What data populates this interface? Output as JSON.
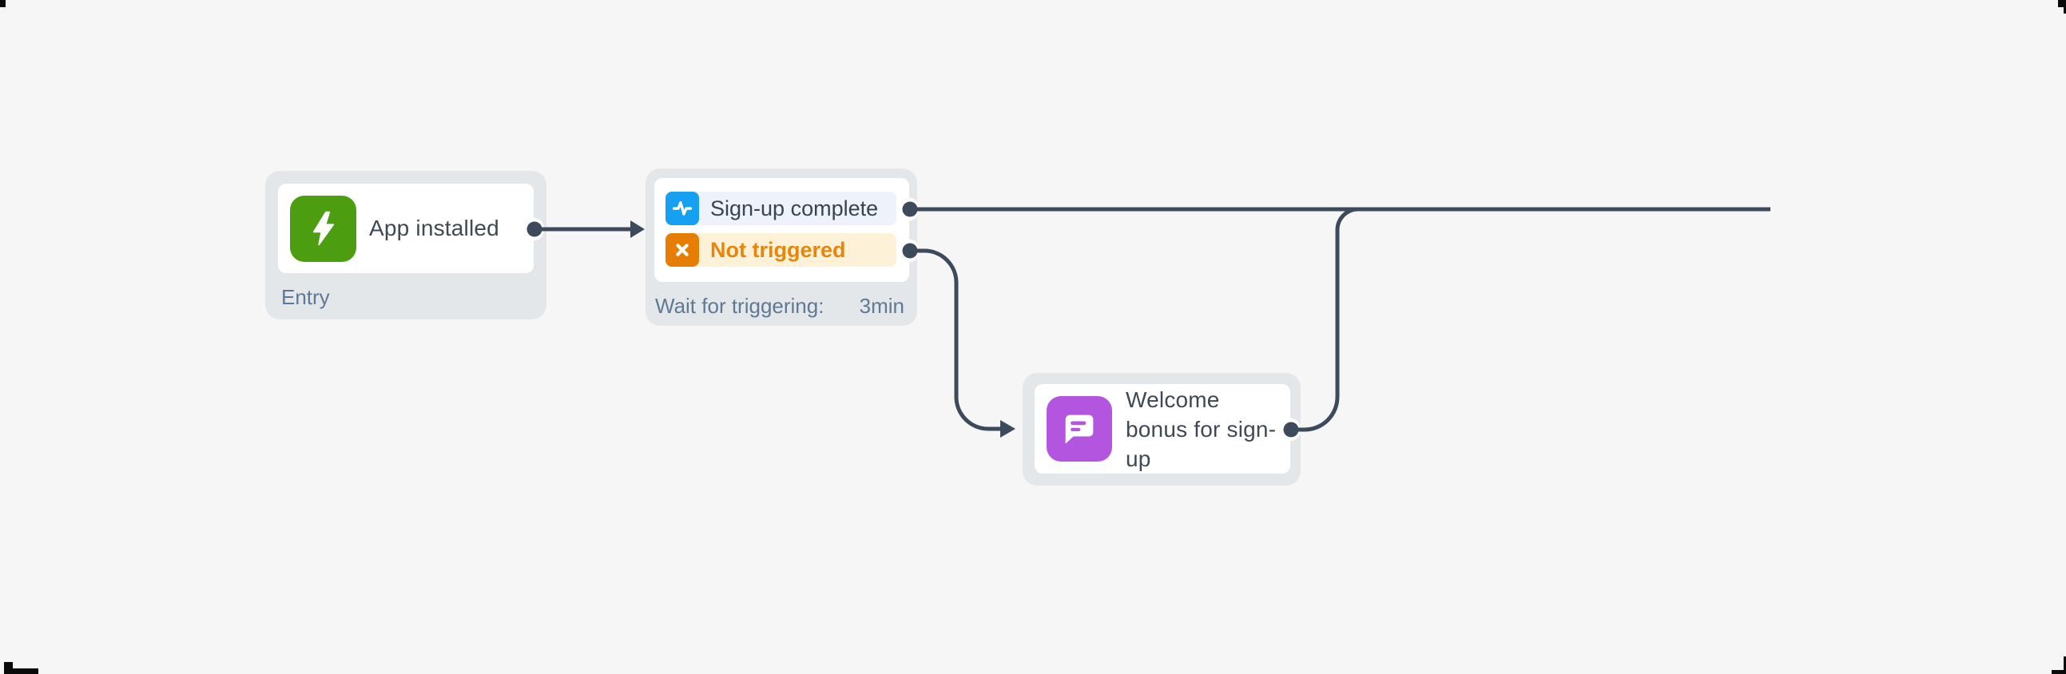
{
  "canvas": {
    "background": "#f6f6f6",
    "wire_color": "#3d4a5c"
  },
  "nodes": {
    "entry": {
      "title": "App installed",
      "type_label": "Entry",
      "icon": "lightning-icon",
      "icon_bg": "#4c9e10"
    },
    "trigger": {
      "branches": [
        {
          "label": "Sign-up complete",
          "icon": "pulse-icon",
          "icon_bg": "#16a0f2",
          "row_bg": "#edf2fb",
          "text_color": "#3a444e"
        },
        {
          "label": "Not triggered",
          "icon": "cross-icon",
          "icon_bg": "#e77e04",
          "row_bg": "#fdf2d8",
          "text_color": "#e8860b"
        }
      ],
      "wait_label": "Wait for triggering:",
      "wait_value": "3min"
    },
    "message": {
      "title": "Welcome bonus for sign-up",
      "icon": "chat-icon",
      "icon_bg": "#b455e0"
    }
  }
}
